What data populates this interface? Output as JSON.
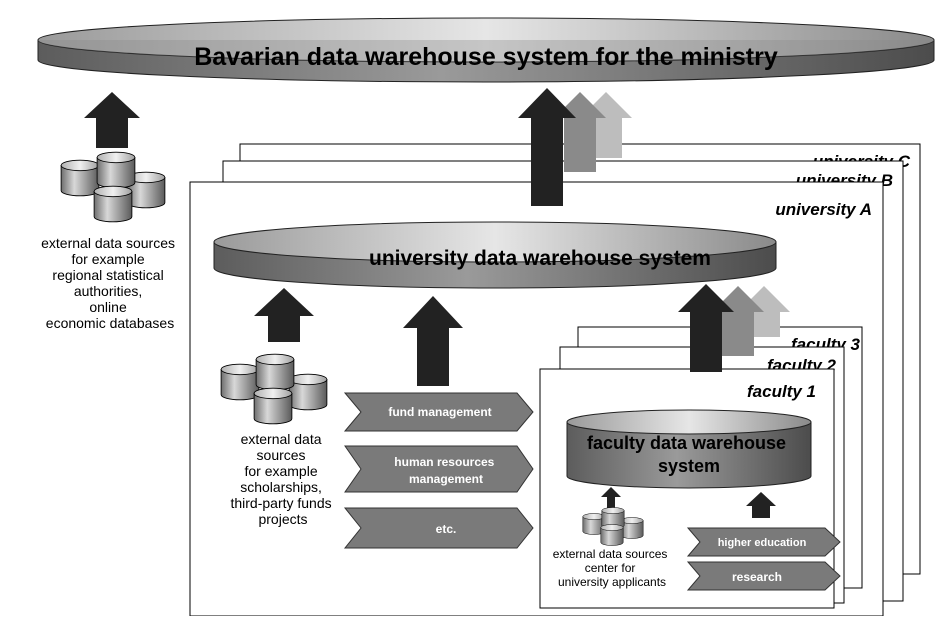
{
  "title": "Bavarian data warehouse system for the ministry",
  "universities": [
    "university C",
    "university B",
    "university A"
  ],
  "university_dw": "university data warehouse system",
  "faculties": [
    "faculty 3",
    "faculty 2",
    "faculty 1"
  ],
  "faculty_dw": [
    "faculty data warehouse",
    "system"
  ],
  "external_ministry": [
    "external data sources",
    "for example",
    "regional statistical",
    "authorities,",
    "online",
    "economic databases"
  ],
  "external_university": [
    "external data",
    "sources",
    "for example",
    "scholarships,",
    "third-party funds",
    "projects"
  ],
  "external_faculty": [
    "external data sources",
    "center for",
    "university applicants"
  ],
  "university_sources": [
    "fund management",
    "human resources",
    "management",
    "etc."
  ],
  "faculty_sources": [
    "higher education",
    "research"
  ]
}
